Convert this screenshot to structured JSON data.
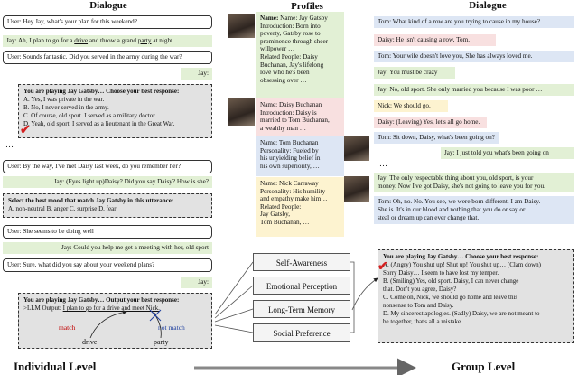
{
  "headers": {
    "dialogue_left": "Dialogue",
    "profiles": "Profiles",
    "dialogue_right": "Dialogue"
  },
  "left": {
    "b1": "User: Hey Jay, what's your plan for this weekend?",
    "b2_pre": "Jay: Ah, I plan to go for a ",
    "b2_w1": "drive",
    "b2_mid": " and throw a grand ",
    "b2_w2": "party",
    "b2_post": " at night.",
    "b3": "User: Sounds fantastic. Did you served in the army during the war?",
    "b4": "Jay:",
    "q1": {
      "title": "You are playing Jay Gatsby… Choose your best response:",
      "opts": [
        "A. Yes, I was private in the war.",
        "B. No, I never served in the army.",
        "C. Of course, old sport. I served as a military doctor.",
        "D. Yeah, old sport. I served as a lieutenant in the Great War."
      ]
    },
    "dots1": "…",
    "b5": "User: By the way, I've met Daisy last week, do you remember her?",
    "b6": "Jay: (Eyes light up)Daisy? Did you say Daisy? How is she?",
    "q2": {
      "title": "Select the best mood that match Jay Gatsby in this utterance:",
      "opts": "A. non-neutral   B. anger   C. surprise   D. fear"
    },
    "b7": "User: She seems to be doing well",
    "b8": "Jay: Could you help me get a meeting with her, old sport",
    "b9": "User: Sure, what did you say about your weekend plans?",
    "b10": "Jay:",
    "q3": {
      "title": "You are playing Jay Gatsby… Output your best response:",
      "output_pre": ">LLM Output: ",
      "output": "I plan to go for a drive and meet Nick.",
      "match": "match",
      "not_match": "not match",
      "drive": "drive",
      "party": "party"
    },
    "footer": "Individual Level"
  },
  "profiles": [
    {
      "lines": [
        "Name: Jay Gatsby",
        "Introduction: Born into",
        "poverty, Gatsby rose to",
        "prominence through sheer",
        "willpower …",
        "Related People: Daisy",
        "Buchanan, Jay's lifelong",
        "love who he's been",
        "obsessing over …"
      ]
    },
    {
      "lines": [
        "Name: Daisy Buchanan",
        "Introduction: Daisy is",
        "married to Tom Buchanan,",
        "a wealthy man …"
      ]
    },
    {
      "lines": [
        "Name: Tom Buchanan",
        "Personality: Fueled by",
        "his unyielding belief in",
        "his own superiority, …"
      ]
    },
    {
      "lines": [
        "Name: Nick Carraway",
        "Personality: His humility",
        "and empathy make him…",
        "Related People:",
        "Jay Gatsby,",
        "Tom Buchanan, …"
      ]
    }
  ],
  "skills": [
    "Self-Awareness",
    "Emotional Perception",
    "Long-Term Memory",
    "Social Preference"
  ],
  "right": {
    "r1": "Tom: What kind of a row are you trying to cause in my house?",
    "r2": "Daisy: He isn't causing a row, Tom.",
    "r3": "Tom: Your wife doesn't love you, She has always loved me.",
    "r4": "Jay: You must be crazy",
    "r5": "Jay: No, old sport. She only married you because I was poor …",
    "r6": "Nick: We should go.",
    "r7": "Daisy: (Leaving) Yes, let's all go home.",
    "r8": "Tom: Sit down, Daisy, what's been going on?",
    "r9": "Jay: I just told you what's been going on",
    "dots": "…",
    "r10a": "Jay: The only respectable thing about you, old sport, is your",
    "r10b": "money. Now I've got Daisy, she's not going to leave you for you.",
    "r11a": "Tom: Oh, no. No. You see, we were born different. I am Daisy.",
    "r11b": "She is. It's in our blood and nothing that you do or say or",
    "r11c": "steal or dream up can ever change that.",
    "q": {
      "title": "You are playing Jay Gatsby… Choose your best response:",
      "opts": [
        "A. (Angry) You shut up! Shut up! You shut up… (Clam down)",
        "Sorry Daisy… I seem to have lost my temper.",
        "B. (Smiling) Yes, old sport. Daisy, I can never change",
        "that. Don't you agree, Daisy?",
        "C. Come on, Nick, we should go home and leave this",
        "nonsense to Tom and Daisy.",
        "D. My sincerest apologies. (Sadly) Daisy, we are not meant to",
        "be together, that's all a mistake."
      ]
    },
    "footer": "Group Level"
  },
  "colors": {
    "green": "#e2f0d5",
    "pink": "#f8e0e0",
    "blue": "#dde6f4",
    "yellow": "#fdf3d0",
    "check": "#d42020",
    "match": "#c00000",
    "not_match": "#1f3f9f"
  }
}
